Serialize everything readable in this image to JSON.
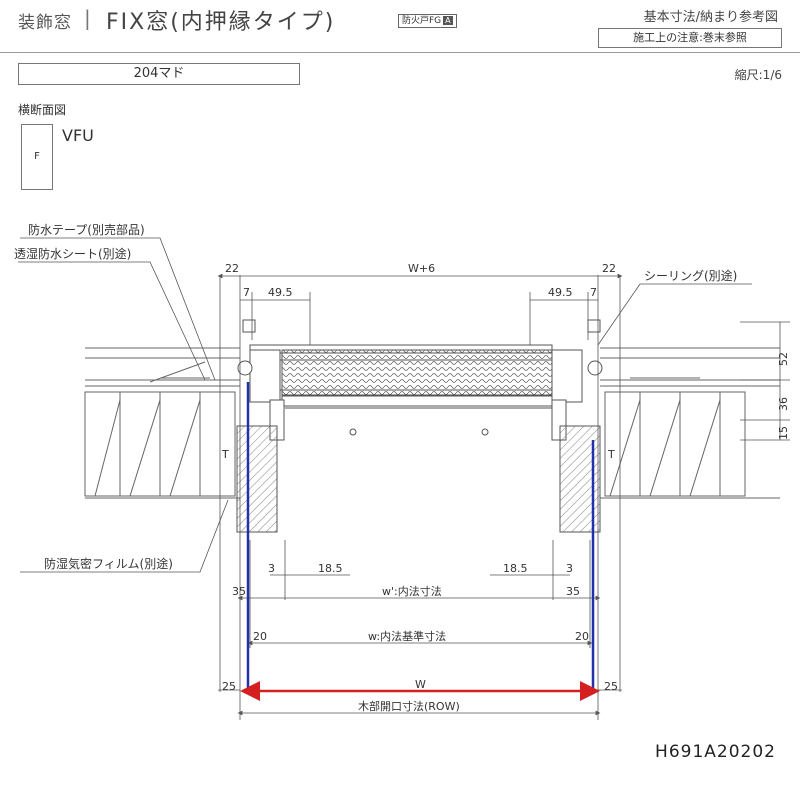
{
  "header": {
    "category": "装飾窓",
    "separator": "|",
    "title": "FIX窓(内押縁タイプ)",
    "badge": "防火戸FG",
    "badge_mark": "A",
    "right_title": "基本寸法/納まり参考図",
    "note": "施工上の注意:巻末参照"
  },
  "series": "204マド",
  "scale": "縮尺:1/6",
  "section_label": "横断面図",
  "f_box": "F",
  "model": "VFU",
  "callouts": {
    "waterproof_tape": "防水テープ(別売部品)",
    "moisture_sheet": "透湿防水シート(別途)",
    "sealing": "シーリング(別途)",
    "vapor_film": "防湿気密フィルム(別途)"
  },
  "dimensions": {
    "w_plus_6": "W+6",
    "d22_left": "22",
    "d22_right": "22",
    "d7_left": "7",
    "d49_5_left": "49.5",
    "d49_5_right": "49.5",
    "d7_right": "7",
    "d52": "52",
    "d36": "36",
    "d15": "15",
    "t_left": "T",
    "t_right": "T",
    "d3_left": "3",
    "d18_5_left": "18.5",
    "d18_5_right": "18.5",
    "d3_right": "3",
    "d35_left": "35",
    "inner_w": "w':内法寸法",
    "d35_right": "35",
    "d20_left": "20",
    "inner_ref_w": "w:内法基準寸法",
    "d20_right": "20",
    "d25_left": "25",
    "big_w": "W",
    "d25_right": "25",
    "row": "木部開口寸法(ROW)"
  },
  "colors": {
    "opening_arrow": "#d42020",
    "jamb_line": "#2233aa",
    "line": "#555555"
  },
  "drawing_code": "H691A20202"
}
